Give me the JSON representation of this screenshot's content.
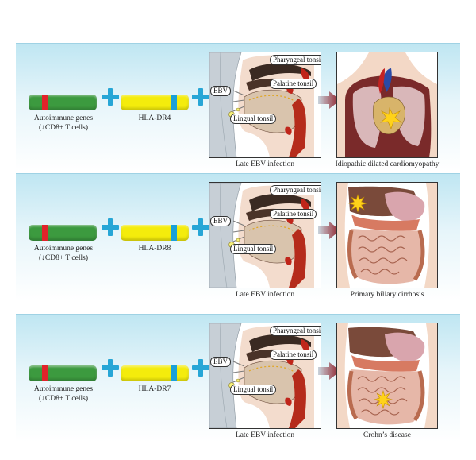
{
  "panels": [
    {
      "gene_label_line1": "Autoimmune genes",
      "gene_label_line2": "(↓CD8+ T cells)",
      "hla": "HLA-DR4",
      "ebv_tag": "EBV",
      "pharyngeal": "Pharyngeal tonsil",
      "palatine": "Palatine tonsil",
      "lingual": "Lingual tonsil",
      "infection": "Late EBV infection",
      "disease": "Idiopathic dilated cardiomyopathy",
      "organ": "heart"
    },
    {
      "gene_label_line1": "Autoimmune genes",
      "gene_label_line2": "(↓CD8+ T cells)",
      "hla": "HLA-DR8",
      "ebv_tag": "EBV",
      "pharyngeal": "Pharyngeal tonsil",
      "palatine": "Palatine tonsil",
      "lingual": "Lingual tonsil",
      "infection": "Late EBV infection",
      "disease": "Primary biliary cirrhosis",
      "organ": "liver"
    },
    {
      "gene_label_line1": "Autoimmune genes",
      "gene_label_line2": "(↓CD8+ T cells)",
      "hla": "HLA-DR7",
      "ebv_tag": "EBV",
      "pharyngeal": "Pharyngeal tonsil",
      "palatine": "Palatine tonsil",
      "lingual": "Lingual tonsil",
      "infection": "Late EBV infection",
      "disease": "Crohn’s disease",
      "organ": "intestine"
    }
  ],
  "colors": {
    "autoimmune_gene": "#3c9a3f",
    "hla_gene": "#f4ec0c",
    "gene_band_red": "#e0232a",
    "gene_band_blue": "#1aa0d8",
    "plus": "#27a6d6",
    "arrow": "#8e1b24",
    "star": "#ffd21a"
  }
}
